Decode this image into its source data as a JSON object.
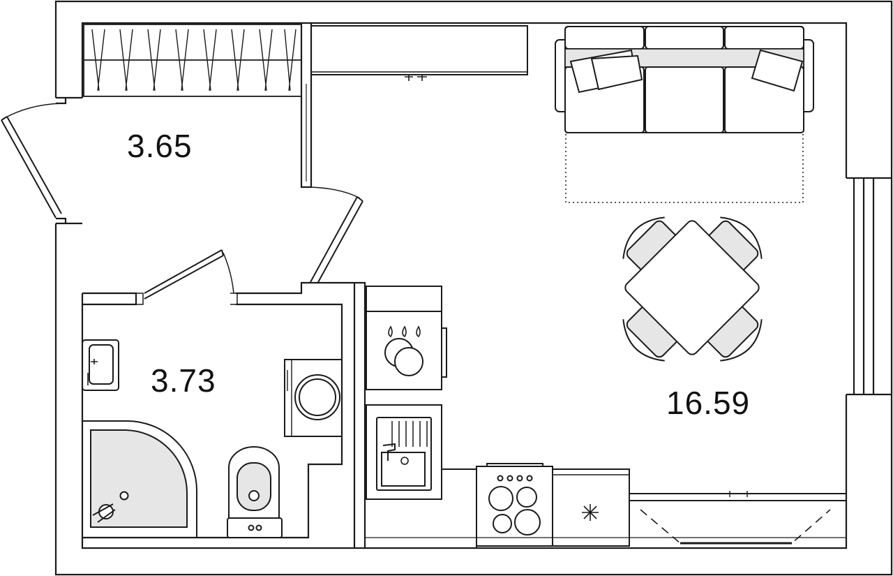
{
  "plan": {
    "rooms": [
      {
        "id": "hall",
        "area": "3.65"
      },
      {
        "id": "bathroom",
        "area": "3.73"
      },
      {
        "id": "living",
        "area": "16.59"
      }
    ]
  },
  "colors": {
    "stroke": "#1a1a1a",
    "furniture_fill": "#e6e6e6",
    "background": "#ffffff"
  }
}
